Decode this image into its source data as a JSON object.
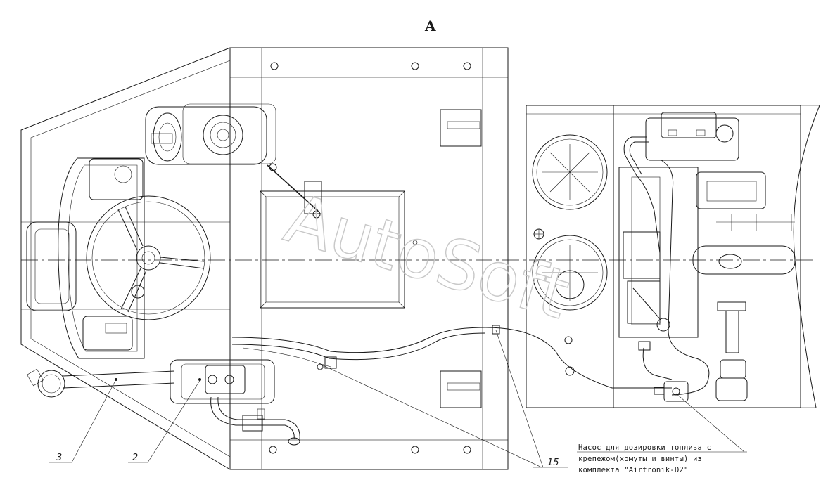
{
  "view_label": "A",
  "watermark": "AutoSoft",
  "callouts": [
    {
      "id": "callout-3",
      "text": "3"
    },
    {
      "id": "callout-2",
      "text": "2"
    },
    {
      "id": "callout-15",
      "text": "15"
    }
  ],
  "note": {
    "lines": [
      "Насос для дозировки топлива с",
      "крепежом(хомуты и винты) из",
      "комплекта \"Airtronik-D2\""
    ]
  }
}
